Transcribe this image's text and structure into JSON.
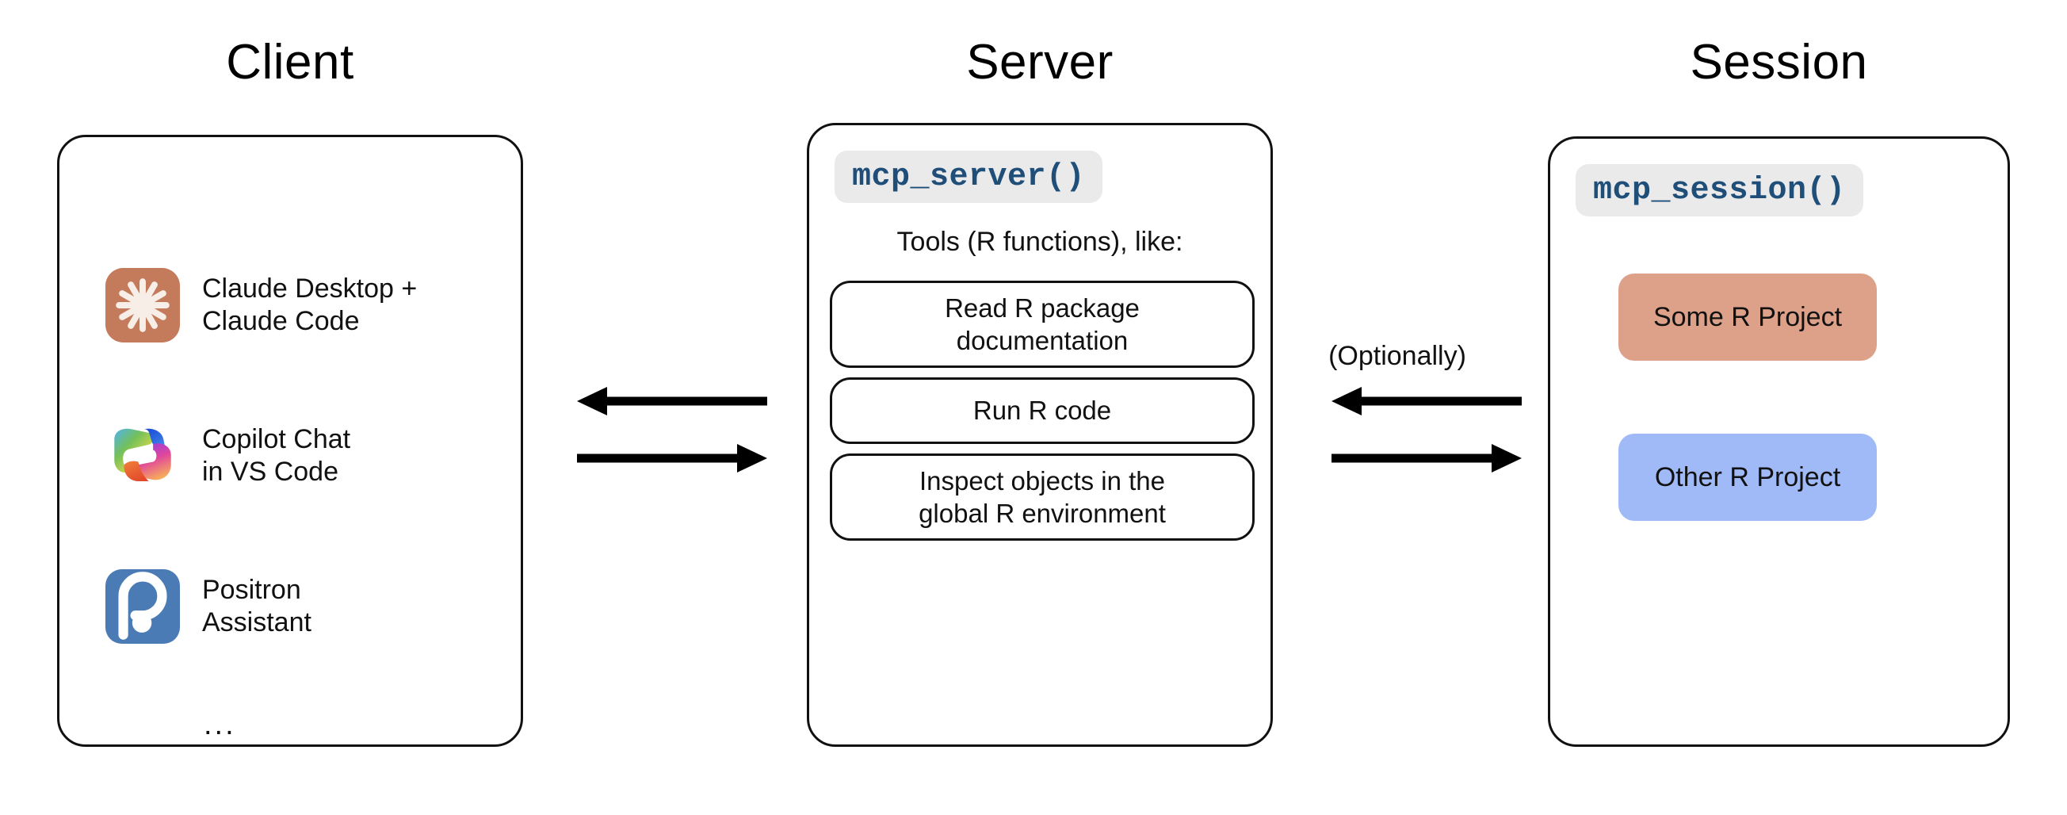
{
  "columns": {
    "client_title": "Client",
    "server_title": "Server",
    "session_title": "Session"
  },
  "client": {
    "items": [
      {
        "icon": "claude-icon",
        "label": "Claude Desktop +\nClaude Code"
      },
      {
        "icon": "copilot-icon",
        "label": "Copilot Chat\nin VS Code"
      },
      {
        "icon": "positron-icon",
        "label": "Positron\nAssistant"
      }
    ],
    "more": "..."
  },
  "server": {
    "code_chip": "mcp_server()",
    "tools_caption": "Tools (R functions), like:",
    "tools": [
      "Read R package\ndocumentation",
      "Run R code",
      "Inspect objects in the\nglobal R environment"
    ]
  },
  "session": {
    "code_chip": "mcp_session()",
    "projects": [
      {
        "label": "Some R Project",
        "color": "#DDA18A"
      },
      {
        "label": "Other R Project",
        "color": "#9FBAF7"
      }
    ]
  },
  "connectors": {
    "client_server": {
      "left_arrow": "arrow-left-icon",
      "right_arrow": "arrow-right-icon"
    },
    "server_session": {
      "label": "(Optionally)",
      "left_arrow": "arrow-left-icon",
      "right_arrow": "arrow-right-icon"
    }
  },
  "colors": {
    "claude_bg": "#C47B5C",
    "claude_mark": "#F7EEE8",
    "positron_bg": "#4A7BB5",
    "code_text": "#1F4E79",
    "code_bg": "#EAEAEA",
    "outline": "#111111"
  }
}
